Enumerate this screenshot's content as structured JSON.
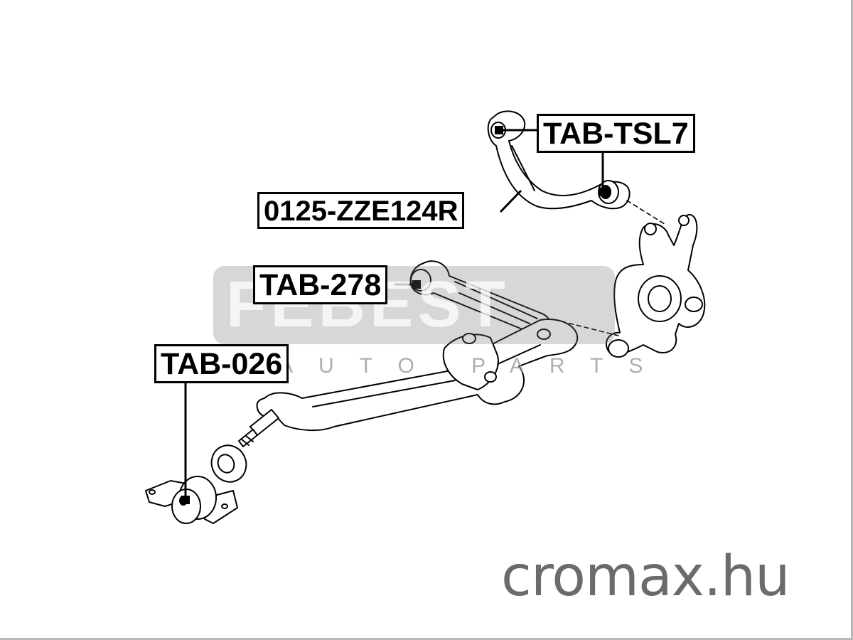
{
  "callouts": {
    "upper_arm_bushing": "TAB-TSL7",
    "upper_arm": "0125-ZZE124R",
    "lower_arm_bushing": "TAB-278",
    "trailing_bushing": "TAB-026"
  },
  "watermark": {
    "brand": "FEBEST",
    "sub": "AUTO PARTS"
  },
  "site": "cromax.hu",
  "colors": {
    "ink": "#000000",
    "watermark_gray": "#6e6e6e",
    "site_gray": "#6b6b6b"
  }
}
